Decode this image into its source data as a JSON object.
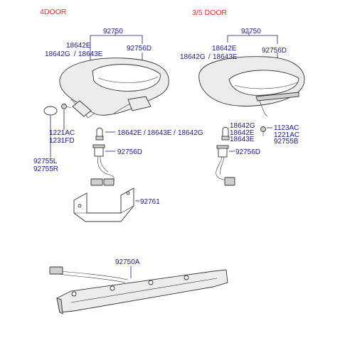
{
  "headers": {
    "left": "4DOOR",
    "right": "3/5 DOOR"
  },
  "left_labels": {
    "l92750": "92750",
    "l18642E": "18642E",
    "l18642G": "18642G",
    "l18643E": "18643E",
    "l92756D_top": "92756D",
    "l1221AC": "1221AC",
    "l1231FD": "1231FD",
    "l92755L": "92755L",
    "l92755R": "92755R",
    "l18642E_b": "18642E",
    "l18643E_b": "18643E",
    "l18642G_b": "18642G",
    "l92756D": "92756D",
    "l92761": "92761"
  },
  "right_labels": {
    "r92750": "92750",
    "r18642E": "18642E",
    "r18642G": "18642G",
    "r18643E": "18643E",
    "r92756D_top": "92756D",
    "r18642G_b": "18642G",
    "r18642E_b": "18642E",
    "r18643E_b": "18643E",
    "r1123AC": "1123AC",
    "r1221AC": "1221AC",
    "r92755B": "92755B",
    "r92756D": "92756D"
  },
  "bottom_labels": {
    "b92750A": "92750A"
  },
  "separators": {
    "slash": "/"
  }
}
